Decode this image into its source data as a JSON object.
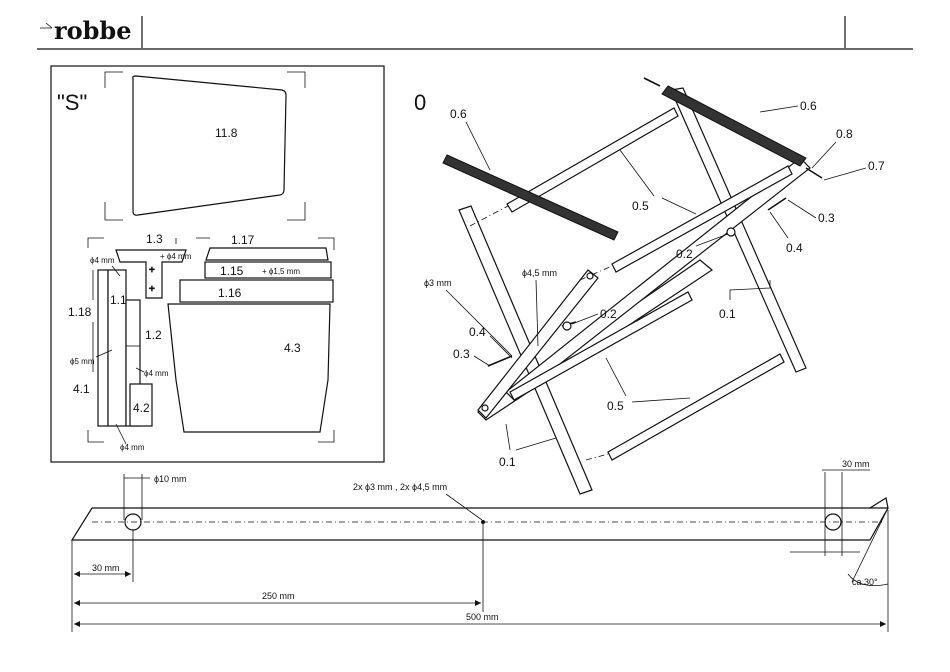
{
  "brand": {
    "logo_text": "robbe"
  },
  "parts_sheet": {
    "title": "\"S\"",
    "parts": {
      "p11_8": "11.8",
      "p1_3": "1.3",
      "p1_17": "1.17",
      "p1_15": "1.15",
      "p1_16": "1.16",
      "p1_1": "1.1",
      "p1_2": "1.2",
      "p1_18": "1.18",
      "p4_1": "4.1",
      "p4_2": "4.2",
      "p4_3": "4.3"
    },
    "holes": {
      "d4_a": "ϕ4 mm",
      "d4_b": "+ ϕ4 mm",
      "d15": "+ ϕ1,5 mm",
      "d5": "ϕ5 mm",
      "d4_c": "ϕ4 mm",
      "d4_d": "ϕ4 mm"
    }
  },
  "assembly": {
    "step": "0",
    "labels": {
      "l06a": "0.6",
      "l06b": "0.6",
      "l08": "0.8",
      "l07": "0.7",
      "l05a": "0.5",
      "l03a": "0.3",
      "l02a": "0.2",
      "l04a": "0.4",
      "l01a": "0.1",
      "l02b": "0.2",
      "l04b": "0.4",
      "l03b": "0.3",
      "l05b": "0.5",
      "l01b": "0.1",
      "d3": "ϕ3 mm",
      "d45": "ϕ4,5 mm"
    }
  },
  "drawing": {
    "hole_dia": "ϕ10 mm",
    "center_holes": "2x ϕ3 mm , 2x ϕ4,5 mm",
    "end_offset_right": "30 mm",
    "end_offset_left": "30 mm",
    "half_length": "250 mm",
    "total_length": "500 mm",
    "angle": "ca.30°"
  }
}
